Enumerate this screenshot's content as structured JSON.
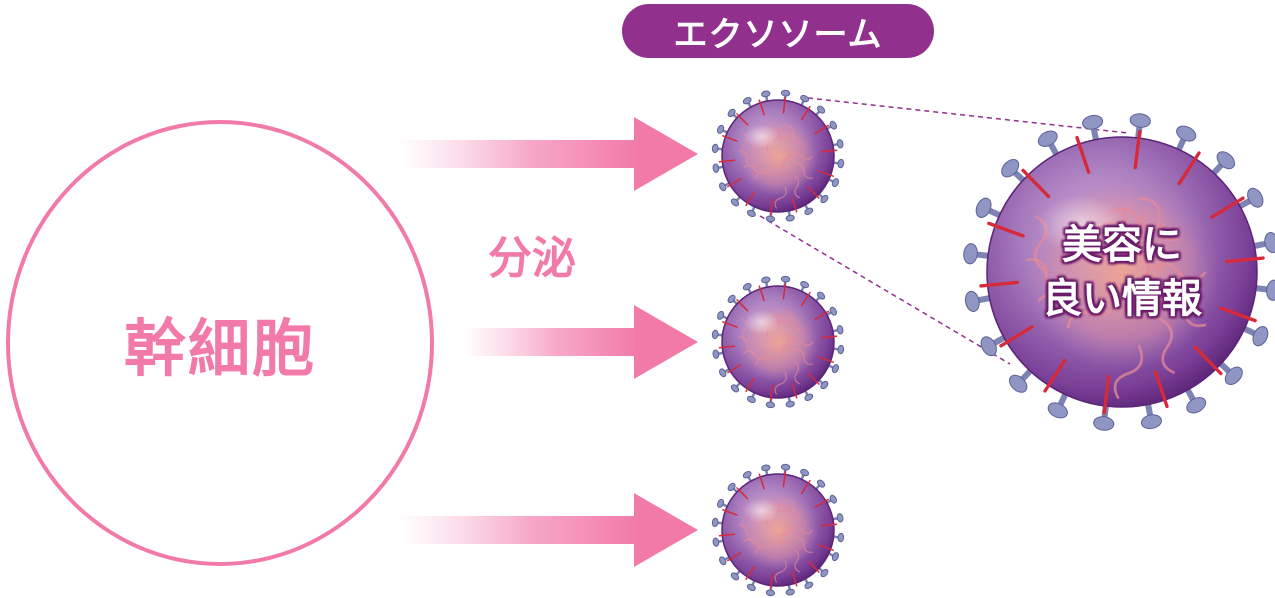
{
  "stem_cell": {
    "label": "幹細胞"
  },
  "secretion": {
    "label": "分泌"
  },
  "exosome": {
    "label": "エクソソーム"
  },
  "cargo": {
    "line1": "美容に",
    "line2": "良い情報"
  },
  "colors": {
    "pink": "#f27aa9",
    "purple": "#91308d",
    "exosome_body": "#8a4aa0",
    "spike": "#7d83b3",
    "red_spike": "#d62a3a"
  }
}
